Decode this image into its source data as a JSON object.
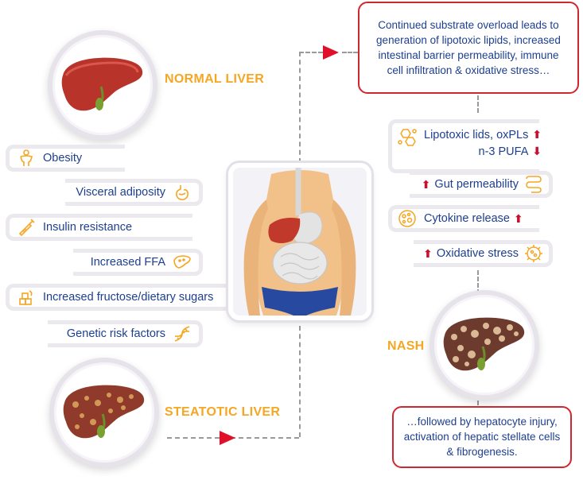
{
  "stages": {
    "normal": "NORMAL LIVER",
    "steatotic": "STEATOTIC LIVER",
    "nash": "NASH"
  },
  "risk_factors": [
    {
      "label": "Obesity",
      "icon": "person-obesity-icon"
    },
    {
      "label": "Visceral adiposity",
      "icon": "stomach-icon"
    },
    {
      "label": "Insulin resistance",
      "icon": "syringe-icon"
    },
    {
      "label": "Increased FFA",
      "icon": "liver-icon"
    },
    {
      "label": "Increased fructose/dietary sugars",
      "icon": "sugar-cubes-icon"
    },
    {
      "label": "Genetic risk factors",
      "icon": "dna-icon"
    }
  ],
  "effects": [
    {
      "label": "Lipotoxic lids, oxPLs",
      "icon": "molecule-icon",
      "direction": "up"
    },
    {
      "label": "n-3 PUFA",
      "direction": "down"
    },
    {
      "label": "Gut permeability",
      "icon": "intestine-icon",
      "direction": "up"
    },
    {
      "label": "Cytokine release",
      "icon": "cell-icon",
      "direction": "up"
    },
    {
      "label": "Oxidative stress",
      "icon": "stress-cell-icon",
      "direction": "up"
    }
  ],
  "callouts": {
    "top": "Continued substrate overload leads to generation of lipotoxic lipids, increased intestinal barrier permeability, immune cell infiltration & oxidative stress…",
    "bottom": "…followed by hepatocyte injury, activation of hepatic stellate cells & fibrogenesis."
  },
  "arrow_symbols": {
    "up": "⬆",
    "down": "⬇"
  },
  "colors": {
    "accent_orange": "#f5a623",
    "text_blue": "#1d3f8f",
    "arrow_red": "#c8102e",
    "callout_border": "#d0262d",
    "liver_red": "#b8332a"
  }
}
